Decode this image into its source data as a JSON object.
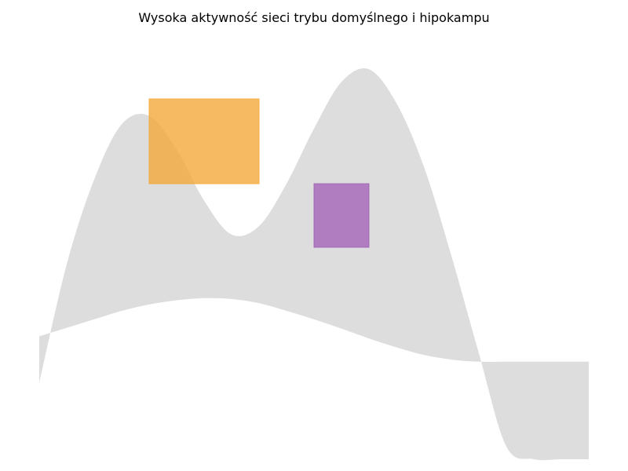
{
  "chart_data": {
    "type": "area",
    "title": "Wysoka aktywność sieci trybu domyślnego i hipokampu",
    "xlabel": "",
    "ylabel": "",
    "axes_visible": false,
    "grid": false,
    "xlim": [
      0,
      10
    ],
    "ylim": [
      0,
      10
    ],
    "band": {
      "color": "#dddddd",
      "x": [
        0,
        0.5,
        1,
        1.5,
        2,
        2.5,
        3,
        3.5,
        4,
        4.5,
        5,
        5.5,
        6,
        6.5,
        7,
        7.5,
        8,
        8.5,
        9,
        9.5,
        10
      ],
      "upper": [
        1.8,
        4.6,
        6.6,
        7.9,
        8.1,
        7.3,
        6.1,
        5.3,
        5.5,
        6.5,
        7.8,
        8.9,
        9.2,
        8.4,
        6.9,
        4.8,
        2.5,
        0.3,
        0,
        0,
        0
      ],
      "lower": [
        2.9,
        3.1,
        3.3,
        3.5,
        3.65,
        3.75,
        3.8,
        3.78,
        3.68,
        3.5,
        3.3,
        3.08,
        2.85,
        2.64,
        2.46,
        2.35,
        2.3,
        2.3,
        2.3,
        2.3,
        2.3
      ]
    },
    "rectangles": [
      {
        "x": [
          2,
          4
        ],
        "y": [
          6.5,
          8.5
        ],
        "color": "#f2a93b",
        "opacity": 0.8
      },
      {
        "x": [
          5,
          6
        ],
        "y": [
          5,
          6.5
        ],
        "color": "#a05eb5",
        "opacity": 0.75
      }
    ]
  }
}
